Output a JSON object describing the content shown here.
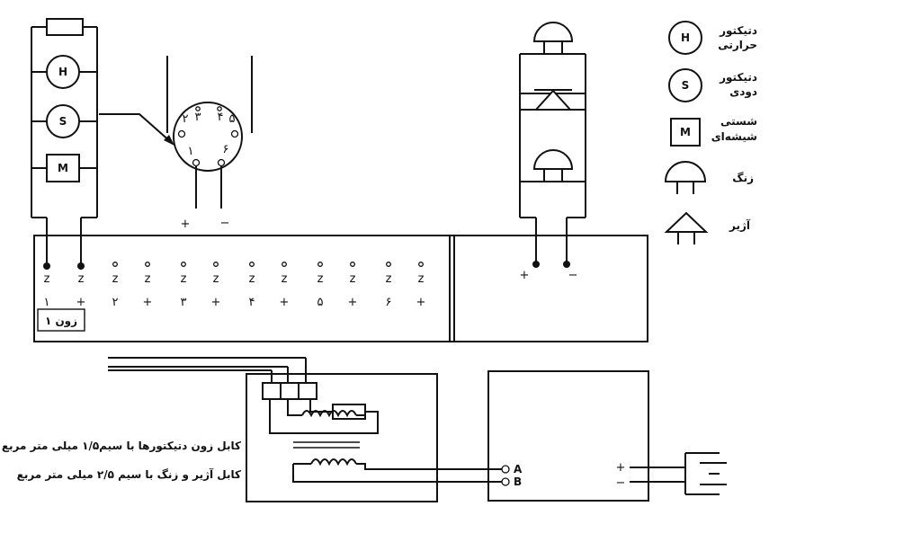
{
  "detectors": {
    "heat_letter": "H",
    "smoke_letter": "S",
    "glass_letter": "M"
  },
  "socket": {
    "pins": [
      "۲",
      "۳",
      "۴",
      "۵",
      "۱",
      "۶"
    ],
    "plus": "+",
    "minus": "−"
  },
  "panel": {
    "z_label": "z",
    "terminals": [
      "۱",
      "+",
      "۲",
      "+",
      "۳",
      "+",
      "۴",
      "+",
      "۵",
      "+",
      "۶",
      "+"
    ],
    "zone_label": "زون ۱"
  },
  "output": {
    "plus": "+",
    "minus": "−"
  },
  "legend": [
    {
      "letter": "H",
      "text": [
        "دتیکتور",
        "حرارتی"
      ]
    },
    {
      "letter": "S",
      "text": [
        "دتیکتور",
        "دودی"
      ]
    },
    {
      "letter": "M",
      "text": [
        "شستی",
        "شیشه‌ای"
      ]
    },
    {
      "letter": "",
      "text": [
        "زنگ"
      ]
    },
    {
      "letter": "",
      "text": [
        "آژیر"
      ]
    }
  ],
  "cables": {
    "zone": "کابل زون دتیکتورها با سیم۱/۵ میلی متر مربع",
    "siren": "کابل آژیر و زنگ با سیم ۲/۵ میلی متر مربع"
  },
  "power": {
    "a": "A",
    "b": "B",
    "plus": "+",
    "minus": "−"
  }
}
